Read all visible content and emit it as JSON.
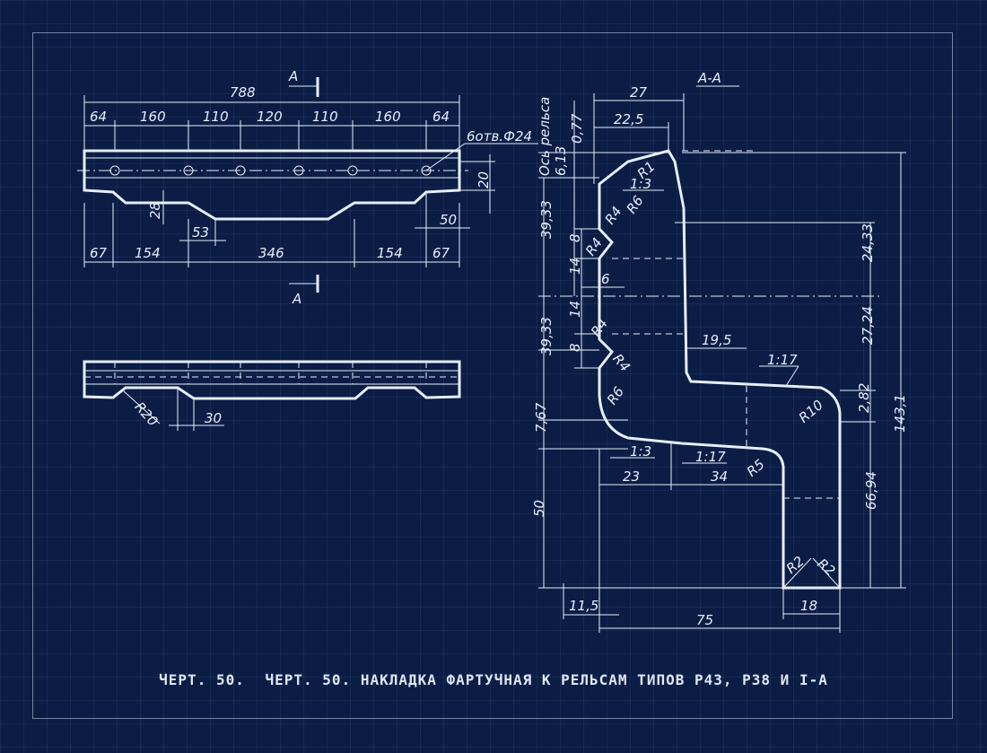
{
  "caption": {
    "figure_number": "ЧЕРТ. 50.",
    "title": "ЧЕРТ. 50. НАКЛАДКА ФАРТУЧНАЯ К РЕЛЬСАМ ТИПОВ Р43, Р38 И I-А"
  },
  "plan_view": {
    "section_mark_top": "А",
    "section_mark_bottom": "А",
    "overall_length": "788",
    "top_segments": [
      "64",
      "160",
      "110",
      "120",
      "110",
      "160",
      "64"
    ],
    "bottom_segments": [
      "67",
      "154",
      "346",
      "154",
      "67"
    ],
    "hole_note": "6отв.Ф24",
    "height_label": "20",
    "depth_label": "28",
    "offset_label": "53",
    "end_label": "50"
  },
  "bottom_view": {
    "radius_label": "R20",
    "width_label": "30"
  },
  "section_view": {
    "title": "А-А",
    "top_width_outer": "27",
    "top_width_inner": "22,5",
    "rail_axis_label": "Ось рельса",
    "small_offsets": [
      "6,13",
      "0,77"
    ],
    "radii": [
      "R1",
      "R6",
      "R4",
      "R4",
      "R4",
      "R4",
      "R6",
      "R10",
      "R5",
      "R2",
      "R2"
    ],
    "slopes": [
      "1:3",
      "1:3",
      "1:17",
      "1:17"
    ],
    "left_dims": [
      "39,33",
      "8",
      "14",
      "14",
      "8",
      "39,33",
      "7,67",
      "50"
    ],
    "inner_dims": [
      "6",
      "19,5"
    ],
    "right_dims": [
      "24,33",
      "27,24",
      "2,82",
      "66,94",
      "143,1"
    ],
    "bottom_dims": [
      "23",
      "34",
      "11,5",
      "18",
      "75"
    ]
  }
}
